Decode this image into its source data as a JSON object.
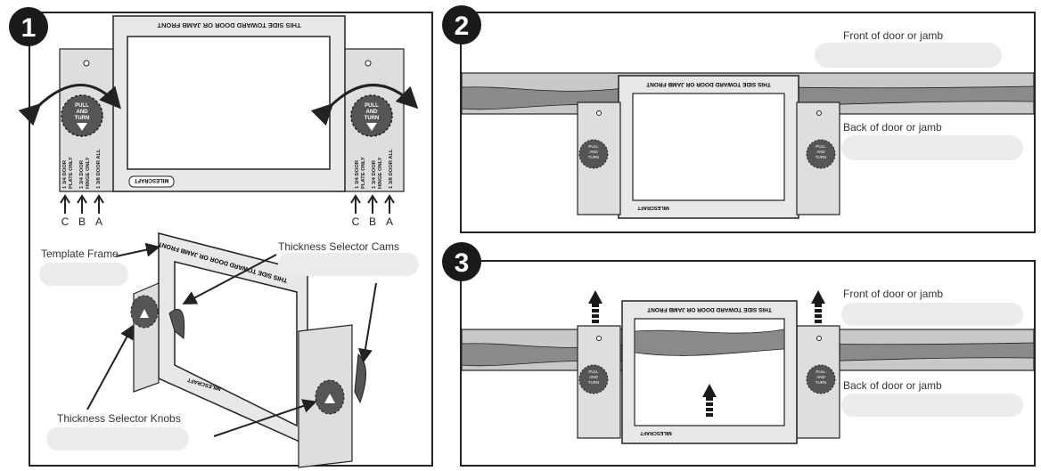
{
  "steps": [
    "1",
    "2",
    "3"
  ],
  "template_text": "THIS SIDE TOWARD DOOR OR JAMB FRONT",
  "brand": "MILESCRAFT",
  "knob_text": [
    "PULL",
    "AND",
    "TURN"
  ],
  "side_plate_lines": [
    "1 3/4 DOOR",
    "PLATE ONLY",
    "1 3/4 DOOR",
    "HINGE ONLY",
    "1 3/8 DOOR ALL"
  ],
  "arrow_letters": [
    "C",
    "B",
    "A"
  ],
  "labels": {
    "template_frame": "Template Frame",
    "thickness_selector_cams": "Thickness Selector Cams",
    "thickness_selector_knobs": "Thickness Selector Knobs",
    "front_of_door_2": "Front of door or jamb",
    "back_of_door_2": "Back of door or jamb",
    "front_of_door_3": "Front of door or jamb",
    "back_of_door_3": "Back of door or jamb"
  },
  "colors": {
    "outline": "#222222",
    "frame_fill": "#e8e8e8",
    "plate_fill": "#dedede",
    "knob_fill": "#555555",
    "board_dark": "#8a8a8a",
    "board_light": "#c9c9c9"
  }
}
